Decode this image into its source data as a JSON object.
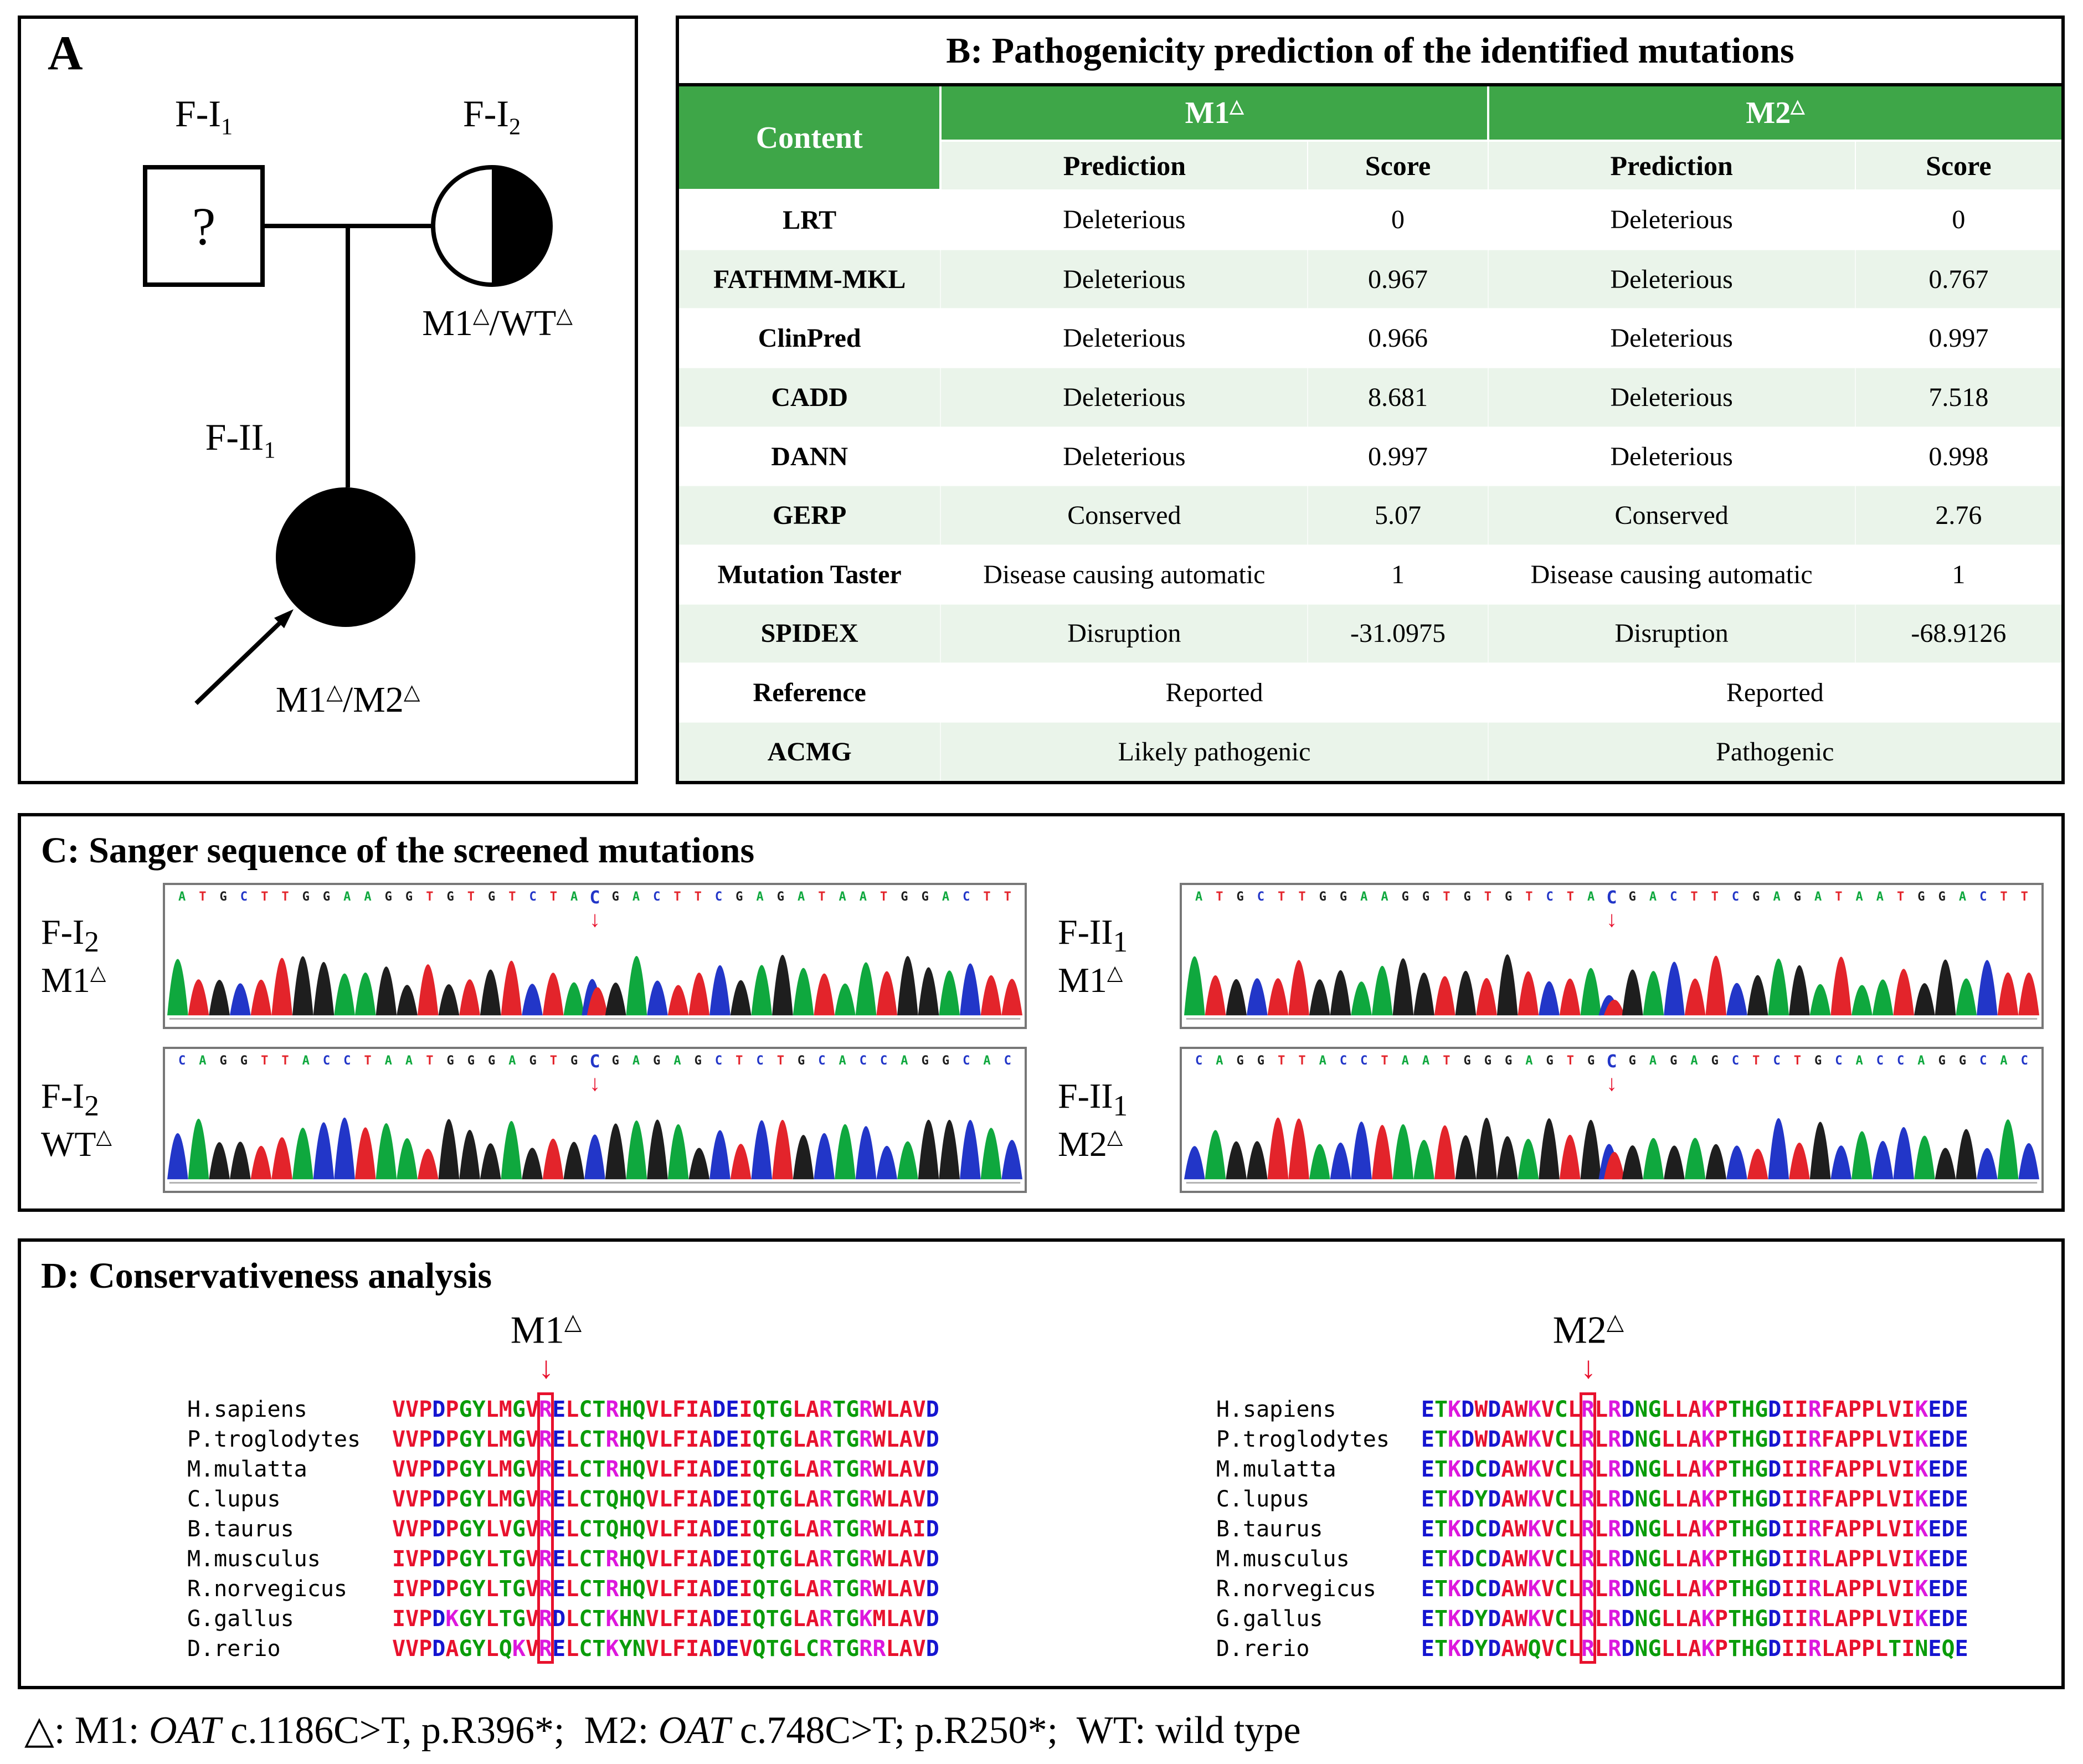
{
  "symbols": {
    "triangle": "△",
    "question": "?",
    "slash": "/",
    "down_arrow": "↓"
  },
  "palette": {
    "header_green": "#3ea648",
    "row_green": "#eaf4ea",
    "base_A": "#0fa83e",
    "base_C": "#2236c8",
    "base_G": "#1e1e1e",
    "base_T": "#e3242b",
    "aa_red": "#e8112d",
    "aa_blue": "#1515d0",
    "aa_magenta": "#dd17dd",
    "aa_green": "#0a9c0a",
    "mutation_red": "#e8112d"
  },
  "aa_groups": {
    "AVLIMFWP": "aa_red",
    "DE": "aa_blue",
    "KR": "aa_magenta",
    "GSTYHCNQ": "aa_green"
  },
  "panel_a": {
    "label": "A",
    "father": {
      "name": "F-I",
      "sub": "1",
      "mark": "?"
    },
    "mother": {
      "name": "F-I",
      "sub": "2",
      "genotype": [
        "M1",
        "WT"
      ]
    },
    "proband": {
      "name": "F-II",
      "sub": "1",
      "genotype": [
        "M1",
        "M2"
      ]
    }
  },
  "panel_b": {
    "title": "B: Pathogenicity prediction of the identified mutations",
    "content_header": "Content",
    "group_headers": [
      "M1",
      "M2"
    ],
    "sub_headers": [
      "Prediction",
      "Score",
      "Prediction",
      "Score"
    ],
    "rows": [
      [
        "LRT",
        "Deleterious",
        "0",
        "Deleterious",
        "0"
      ],
      [
        "FATHMM-MKL",
        "Deleterious",
        "0.967",
        "Deleterious",
        "0.767"
      ],
      [
        "ClinPred",
        "Deleterious",
        "0.966",
        "Deleterious",
        "0.997"
      ],
      [
        "CADD",
        "Deleterious",
        "8.681",
        "Deleterious",
        "7.518"
      ],
      [
        "DANN",
        "Deleterious",
        "0.997",
        "Deleterious",
        "0.998"
      ],
      [
        "GERP",
        "Conserved",
        "5.07",
        "Conserved",
        "2.76"
      ],
      [
        "Mutation Taster",
        "Disease causing automatic",
        "1",
        "Disease causing automatic",
        "1"
      ],
      [
        "SPIDEX",
        "Disruption",
        "-31.0975",
        "Disruption",
        "-68.9126"
      ]
    ],
    "span_rows": [
      [
        "Reference",
        "Reported",
        "Reported"
      ],
      [
        "ACMG",
        "Likely pathogenic",
        "Pathogenic"
      ]
    ]
  },
  "panel_c": {
    "title": "C: Sanger sequence of the screened mutations",
    "traces": [
      {
        "id_label": "F-I",
        "id_sub": "2",
        "mut_label": "M1",
        "sequence": "ATGCTTGGAAGGTGTGTCTACGACTTCGAGATAATGGACTT",
        "mut_index": 20,
        "het": true,
        "seed": 11
      },
      {
        "id_label": "F-II",
        "id_sub": "1",
        "mut_label": "M1",
        "sequence": "ATGCTTGGAAGGTGTGTCTACGACTTCGAGATAATGGACTT",
        "mut_index": 20,
        "het": true,
        "seed": 23
      },
      {
        "id_label": "F-I",
        "id_sub": "2",
        "mut_label": "WT",
        "sequence": "CAGGTTACCTAATGGGAGTGCGAGAGCTCTGCACCAGGCAC",
        "mut_index": 20,
        "het": false,
        "seed": 37
      },
      {
        "id_label": "F-II",
        "id_sub": "1",
        "mut_label": "M2",
        "sequence": "CAGGTTACCTAATGGGAGTGCGAGAGCTCTGCACCAGGCAC",
        "mut_index": 20,
        "het": true,
        "seed": 51
      }
    ]
  },
  "panel_d": {
    "title": "D: Conservativeness analysis",
    "blocks": [
      {
        "mut_label": "M1",
        "box_index": 11,
        "rows": [
          [
            "H.sapiens",
            "VVPDPGYLMGVRELCTRHQVLFIADEIQTGLARTGRWLAVD"
          ],
          [
            "P.troglodytes",
            "VVPDPGYLMGVRELCTRHQVLFIADEIQTGLARTGRWLAVD"
          ],
          [
            "M.mulatta",
            "VVPDPGYLMGVRELCTRHQVLFIADEIQTGLARTGRWLAVD"
          ],
          [
            "C.lupus",
            "VVPDPGYLMGVRELCTQHQVLFIADEIQTGLARTGRWLAVD"
          ],
          [
            "B.taurus",
            "VVPDPGYLVGVRELCTQHQVLFIADEIQTGLARTGRWLAID"
          ],
          [
            "M.musculus",
            "IVPDPGYLTGVRELCTRHQVLFIADEIQTGLARTGRWLAVD"
          ],
          [
            "R.norvegicus",
            "IVPDPGYLTGVRELCTRHQVLFIADEIQTGLARTGRWLAVD"
          ],
          [
            "G.gallus",
            "IVPDKGYLTGVRDLCTKHNVLFIADEIQTGLARTGKMLAVD"
          ],
          [
            "D.rerio",
            "VVPDAGYLQKVRELCTKYNVLFIADEVQTGLCRTGRRLAVD"
          ]
        ]
      },
      {
        "mut_label": "M2",
        "box_index": 12,
        "rows": [
          [
            "H.sapiens",
            "ETKDWDAWKVCLRLRDNGLLAKPTHGDIIRFAPPLVIKEDE"
          ],
          [
            "P.troglodytes",
            "ETKDWDAWKVCLRLRDNGLLAKPTHGDIIRFAPPLVIKEDE"
          ],
          [
            "M.mulatta",
            "ETKDCDAWKVCLRLRDNGLLAKPTHGDIIRFAPPLVIKEDE"
          ],
          [
            "C.lupus",
            "ETKDYDAWKVCLRLRDNGLLAKPTHGDIIRFAPPLVIKEDE"
          ],
          [
            "B.taurus",
            "ETKDCDAWKVCLRLRDNGLLAKPTHGDIIRFAPPLVIKEDE"
          ],
          [
            "M.musculus",
            "ETKDCDAWKVCLRLRDNGLLAKPTHGDIIRLAPPLVIKEDE"
          ],
          [
            "R.norvegicus",
            "ETKDCDAWKVCLRLRDNGLLAKPTHGDIIRLAPPLVIKEDE"
          ],
          [
            "G.gallus",
            "ETKDYDAWKVCLRLRDNGLLAKPTHGDIIRLAPPLVIKEDE"
          ],
          [
            "D.rerio",
            "ETKDYDAWQVCLRLRDNGLLAKPTHGDIIRLAPPLTINEQE"
          ]
        ]
      }
    ]
  },
  "footnote": {
    "segments": [
      {
        "text": "△: M1: "
      },
      {
        "text": "OAT",
        "italic": true
      },
      {
        "text": " c.1186C>T, p.R396*;  M2: "
      },
      {
        "text": "OAT",
        "italic": true
      },
      {
        "text": " c.748C>T; p.R250*;  WT: wild type"
      }
    ]
  }
}
